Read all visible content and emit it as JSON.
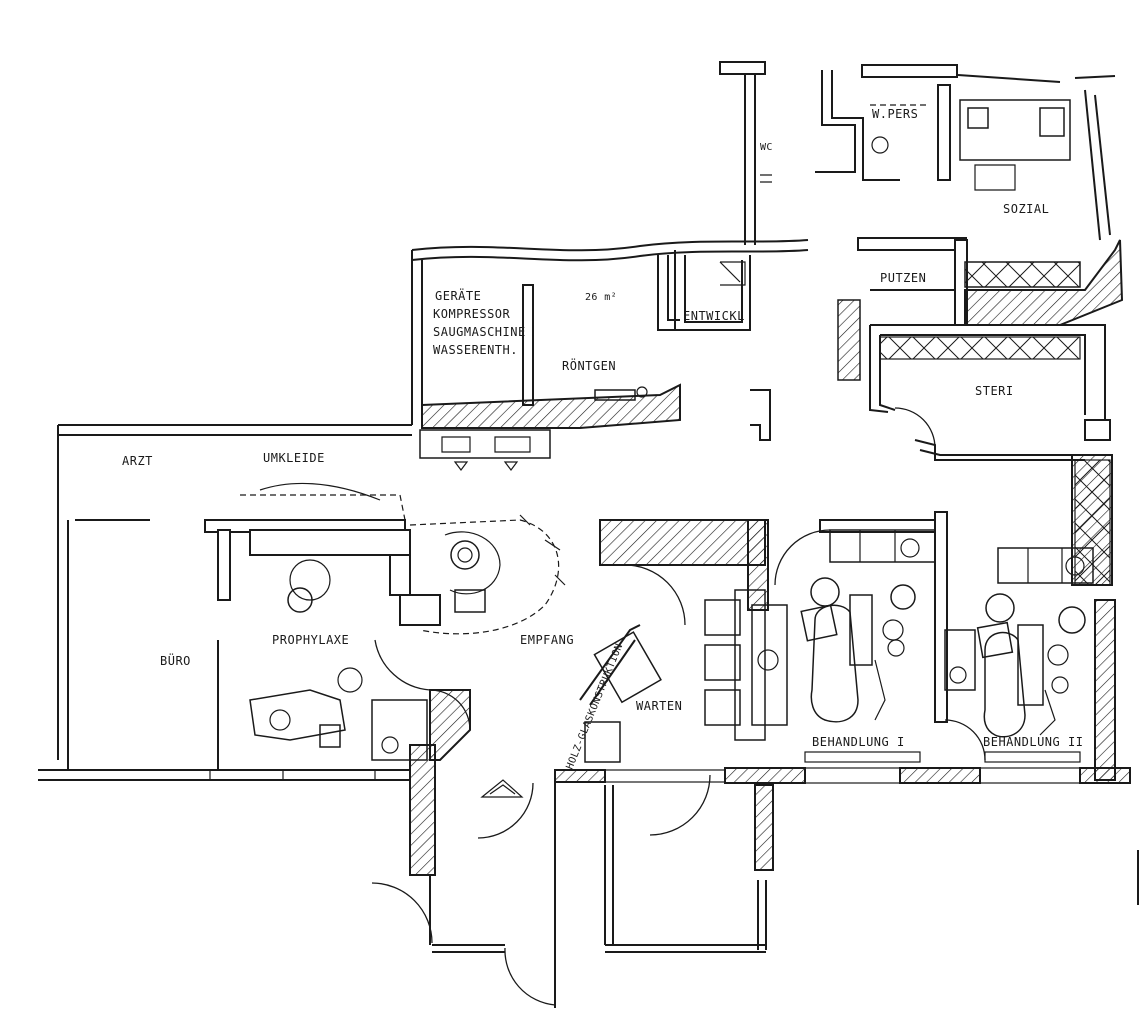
{
  "rooms": {
    "geraete_list": [
      "GERÄTE",
      "KOMPRESSOR",
      "SAUGMASCHINE",
      "WASSERENTH."
    ],
    "roentgen": "RÖNTGEN",
    "roentgen_area": "26 m²",
    "entwickl": "ENTWICKL",
    "wpers": "W.PERS",
    "wc_left": "WC",
    "sozial": "SOZIAL",
    "putzen": "PUTZEN",
    "steri": "STERI",
    "umkleide": "UMKLEIDE",
    "arzt": "ARZT",
    "buero": "BÜRO",
    "prophylaxe": "PROPHYLAXE",
    "empfang": "EMPFANG",
    "warten": "WARTEN",
    "glas_konstruktion": "HOLZ-GLASKONSTRUKTION",
    "behandlung_1": "BEHANDLUNG I",
    "behandlung_2": "BEHANDLUNG II"
  },
  "colors": {
    "ink": "#1a1a1a",
    "paper": "#ffffff"
  }
}
